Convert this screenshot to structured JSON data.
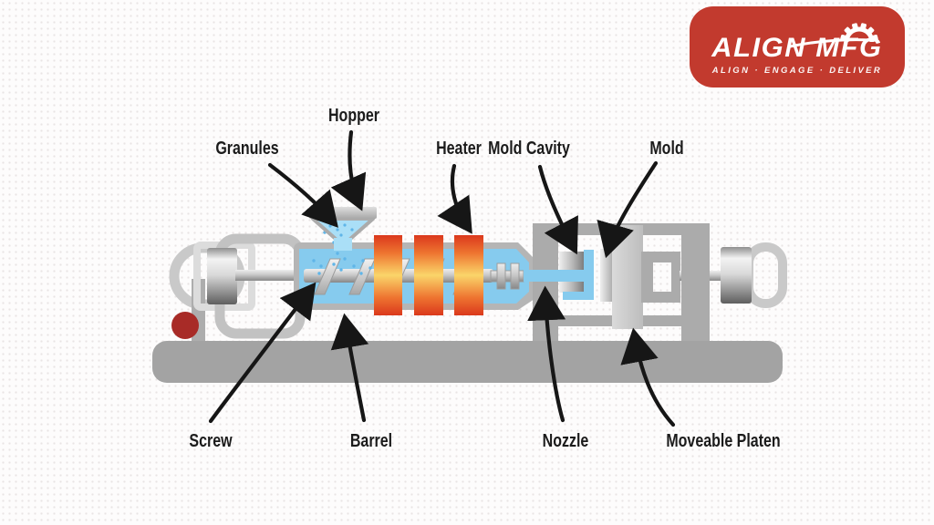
{
  "logo": {
    "title": "ALIGN MFG",
    "tagline": "ALIGN · ENGAGE · DELIVER",
    "badge_color": "#c23a2e"
  },
  "labels": {
    "hopper": "Hopper",
    "granules": "Granules",
    "heater": "Heater",
    "mold_cavity": "Mold Cavity",
    "mold": "Mold",
    "screw": "Screw",
    "barrel": "Barrel",
    "nozzle": "Nozzle",
    "moveable_platen": "Moveable Platen"
  },
  "colors": {
    "background": "#fdfcfc",
    "background_dots": "#e8e4e4",
    "machine_gray": "#a9a9a9",
    "light_gray_loops": "#c9c9c9",
    "moveable_platen_gray": "#cfcfcf",
    "melt_blue": "#86cbee",
    "granule_blue": "#aadff7",
    "heater_red": "#dc3a1c",
    "heater_yellow": "#fad56a",
    "accent_red_ball": "#a82b27",
    "label_text": "#1b1b1b",
    "logo_red": "#c23a2e"
  }
}
